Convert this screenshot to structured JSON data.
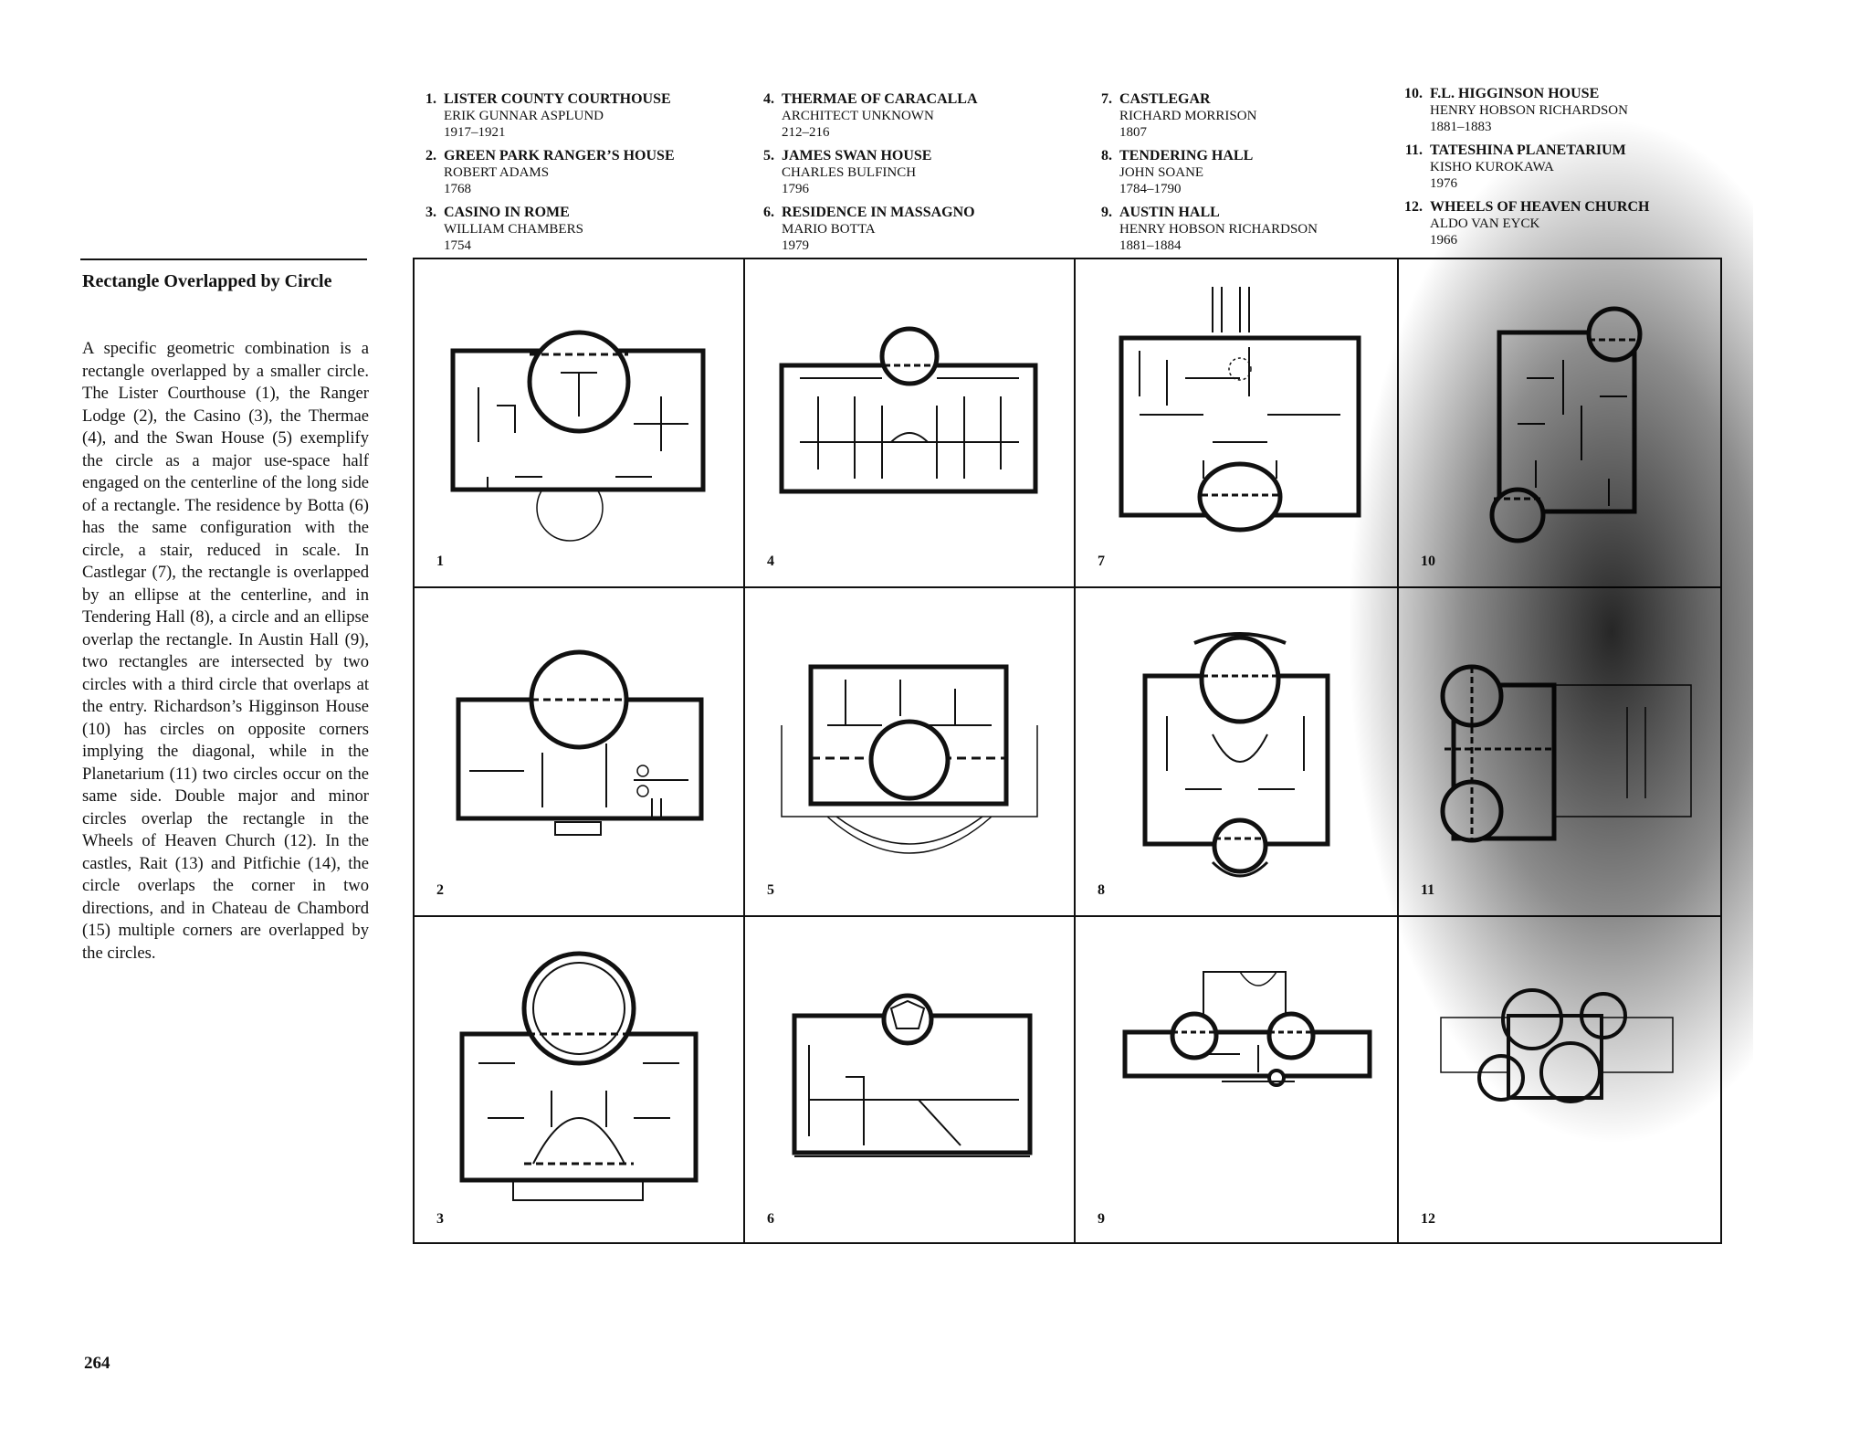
{
  "captions": [
    {
      "num": "1.",
      "title": "LISTER COUNTY COURTHOUSE",
      "author": "ERIK GUNNAR ASPLUND",
      "date": "1917–1921"
    },
    {
      "num": "2.",
      "title": "GREEN PARK RANGER’S HOUSE",
      "author": "ROBERT ADAMS",
      "date": "1768"
    },
    {
      "num": "3.",
      "title": "CASINO IN ROME",
      "author": "WILLIAM CHAMBERS",
      "date": "1754"
    },
    {
      "num": "4.",
      "title": "THERMAE OF CARACALLA",
      "author": "ARCHITECT UNKNOWN",
      "date": "212–216"
    },
    {
      "num": "5.",
      "title": "JAMES SWAN HOUSE",
      "author": "CHARLES BULFINCH",
      "date": "1796"
    },
    {
      "num": "6.",
      "title": "RESIDENCE IN MASSAGNO",
      "author": "MARIO BOTTA",
      "date": "1979"
    },
    {
      "num": "7.",
      "title": "CASTLEGAR",
      "author": "RICHARD MORRISON",
      "date": "1807"
    },
    {
      "num": "8.",
      "title": "TENDERING HALL",
      "author": "JOHN SOANE",
      "date": "1784–1790"
    },
    {
      "num": "9.",
      "title": "AUSTIN HALL",
      "author": "HENRY HOBSON RICHARDSON",
      "date": "1881–1884"
    },
    {
      "num": "10.",
      "title": "F.L. HIGGINSON HOUSE",
      "author": "HENRY HOBSON RICHARDSON",
      "date": "1881–1883"
    },
    {
      "num": "11.",
      "title": "TATESHINA PLANETARIUM",
      "author": "KISHO KUROKAWA",
      "date": "1976"
    },
    {
      "num": "12.",
      "title": "WHEELS OF HEAVEN CHURCH",
      "author": "ALDO VAN EYCK",
      "date": "1966"
    }
  ],
  "sidebar": {
    "title": "Rectangle Overlapped by Circle",
    "body": "A specific geometric combination is a rectangle overlapped by a smaller circle. The Lister Courthouse (1), the Ranger Lodge (2), the Casino (3), the Thermae (4), and the Swan House (5) exemplify the circle as a major use-space half engaged on the centerline of the long side of a rectangle. The residence by Botta (6) has the same configuration with the circle, a stair, reduced in scale. In Castlegar (7), the rectangle is overlapped by an ellipse at the centerline, and in Tendering Hall (8), a circle and an ellipse overlap the rectangle. In Austin Hall (9), two rectangles are intersected by two circles with a third circle that overlaps at the entry. Richardson’s Higginson House (10) has circles on opposite corners implying the diagonal, while in the Planetarium (11) two circles occur on the same side. Double major and minor circles overlap the rectangle in the Wheels of Heaven Church (12). In the castles, Rait (13) and Pitfichie (14), the circle overlaps the corner in two directions, and in Chateau de Chambord (15) multiple corners are overlapped by the circles."
  },
  "page_number": "264",
  "plans": [
    {
      "label": "1",
      "icon": "plan-1-icon"
    },
    {
      "label": "4",
      "icon": "plan-4-icon"
    },
    {
      "label": "7",
      "icon": "plan-7-icon"
    },
    {
      "label": "10",
      "icon": "plan-10-icon"
    },
    {
      "label": "2",
      "icon": "plan-2-icon"
    },
    {
      "label": "5",
      "icon": "plan-5-icon"
    },
    {
      "label": "8",
      "icon": "plan-8-icon"
    },
    {
      "label": "11",
      "icon": "plan-11-icon"
    },
    {
      "label": "3",
      "icon": "plan-3-icon"
    },
    {
      "label": "6",
      "icon": "plan-6-icon"
    },
    {
      "label": "9",
      "icon": "plan-9-icon"
    },
    {
      "label": "12",
      "icon": "plan-12-icon"
    }
  ]
}
